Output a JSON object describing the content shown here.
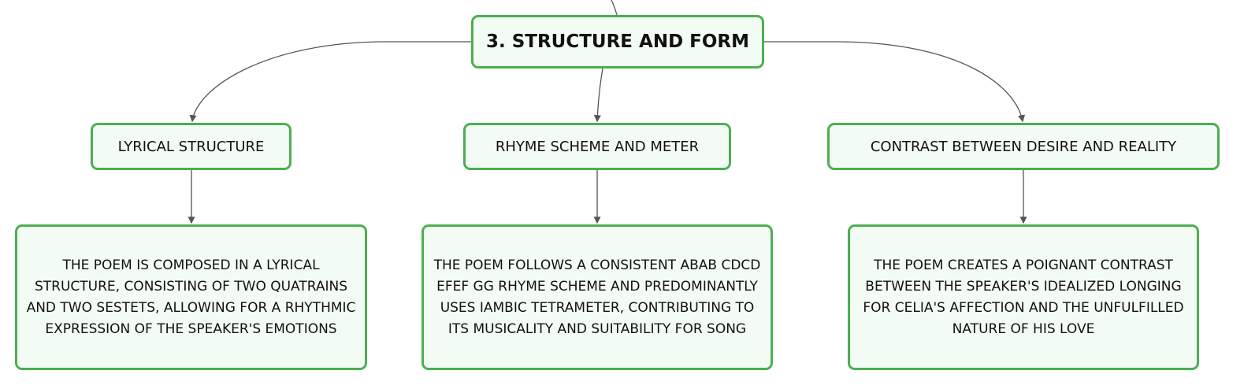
{
  "colors": {
    "node_border": "#4caf50",
    "node_fill": "#f3fbf5",
    "connector": "#555555",
    "text": "#111111"
  },
  "root": {
    "label": "3. STRUCTURE AND FORM"
  },
  "branches": [
    {
      "label": "LYRICAL STRUCTURE",
      "detail": "THE POEM IS COMPOSED IN A LYRICAL STRUCTURE, CONSISTING OF TWO QUATRAINS AND TWO SESTETS, ALLOWING FOR A RHYTHMIC EXPRESSION OF THE SPEAKER'S EMOTIONS"
    },
    {
      "label": "RHYME SCHEME AND METER",
      "detail": "THE POEM FOLLOWS A CONSISTENT ABAB CDCD EFEF GG RHYME SCHEME AND PREDOMINANTLY USES IAMBIC TETRAMETER, CONTRIBUTING TO ITS MUSICALITY AND SUITABILITY FOR SONG"
    },
    {
      "label": "CONTRAST BETWEEN DESIRE AND REALITY",
      "detail": "THE POEM CREATES A POIGNANT CONTRAST BETWEEN THE SPEAKER'S IDEALIZED LONGING FOR CELIA'S AFFECTION AND THE UNFULFILLED NATURE OF HIS LOVE"
    }
  ]
}
